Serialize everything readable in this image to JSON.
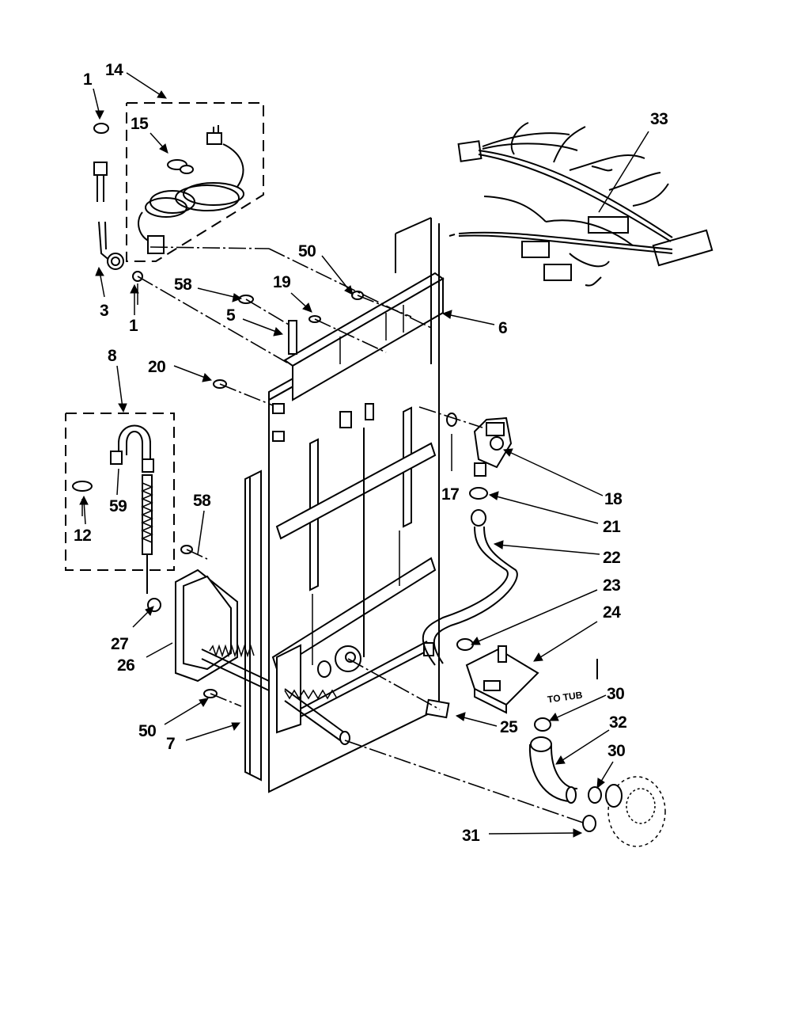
{
  "diagram": {
    "callouts": {
      "c1a": "1",
      "c14": "14",
      "c15": "15",
      "c3": "3",
      "c1b": "1",
      "c50a": "50",
      "c58a": "58",
      "c19": "19",
      "c5": "5",
      "c6": "6",
      "c33": "33",
      "c8": "8",
      "c20": "20",
      "c59": "59",
      "c12": "12",
      "c58b": "58",
      "c17": "17",
      "c18": "18",
      "c21": "21",
      "c22": "22",
      "c23": "23",
      "c24": "24",
      "c27": "27",
      "c26": "26",
      "c30a": "30",
      "c32": "32",
      "c30b": "30",
      "c25": "25",
      "c50b": "50",
      "c7": "7",
      "c31": "31"
    },
    "tub_label": "TO TUB"
  }
}
